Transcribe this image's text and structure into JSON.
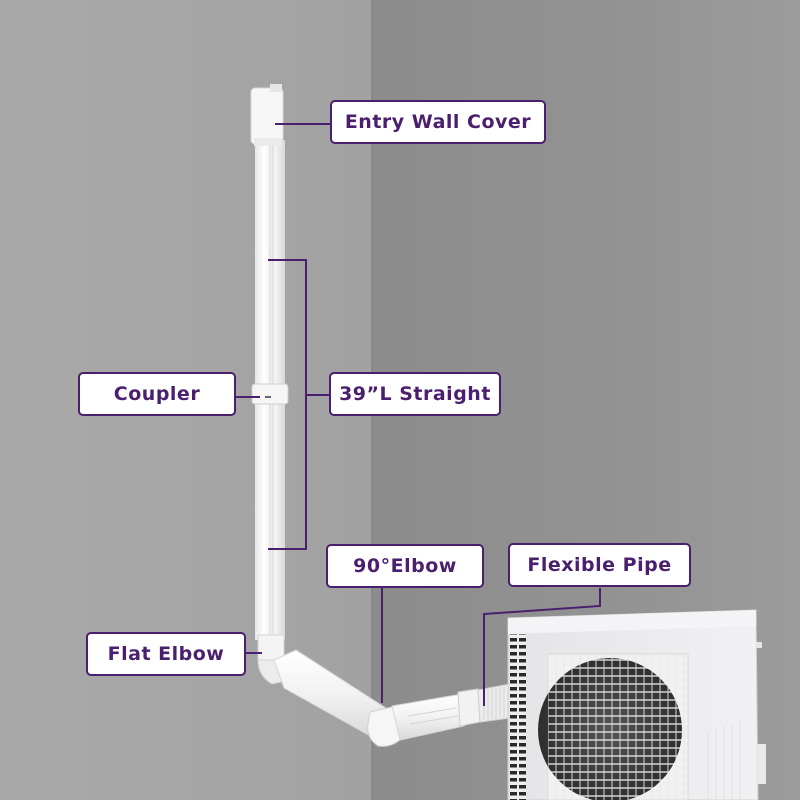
{
  "diagram": {
    "subject": "Mini split line set cover kit installation",
    "labels": {
      "entry_wall_cover": "Entry Wall Cover",
      "coupler": "Coupler",
      "straight": "39”L Straight",
      "elbow_90": "90°Elbow",
      "flexible_pipe": "Flexible Pipe",
      "flat_elbow": "Flat Elbow"
    },
    "colors": {
      "label_text": "#4a1f6e",
      "label_border": "#4a1f6e",
      "leader_line": "#4a1f6e",
      "label_bg": "#ffffff",
      "wall_left": "#a6a6a6",
      "wall_right": "#909090",
      "duct": "#f4f4f4"
    }
  }
}
